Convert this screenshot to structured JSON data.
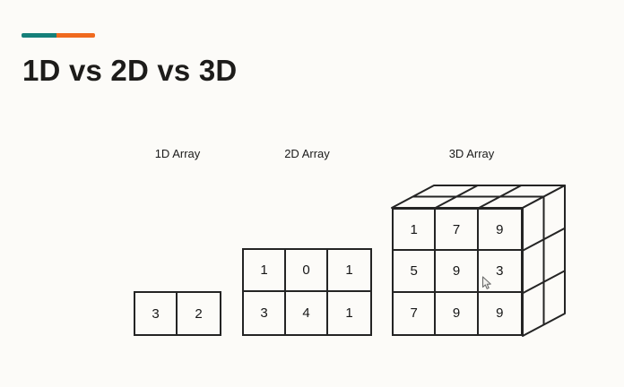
{
  "slide": {
    "title": "1D vs 2D vs 3D",
    "background": "#fcfbf8",
    "line_color": "#242424",
    "accent_bar": {
      "left_color": "#15807a",
      "right_color": "#f06a1f"
    }
  },
  "arrays": {
    "one_d": {
      "label": "1D Array",
      "cells": [
        "3",
        "2"
      ]
    },
    "two_d": {
      "label": "2D Array",
      "rows": [
        [
          "1",
          "0",
          "1"
        ],
        [
          "3",
          "4",
          "1"
        ]
      ]
    },
    "three_d": {
      "label": "3D Array",
      "front_rows": [
        [
          "1",
          "7",
          "9"
        ],
        [
          "5",
          "9",
          "3"
        ],
        [
          "7",
          "9",
          "9"
        ]
      ],
      "depth": "2"
    }
  },
  "cursor": {
    "icon": "arrow-cursor-icon"
  }
}
